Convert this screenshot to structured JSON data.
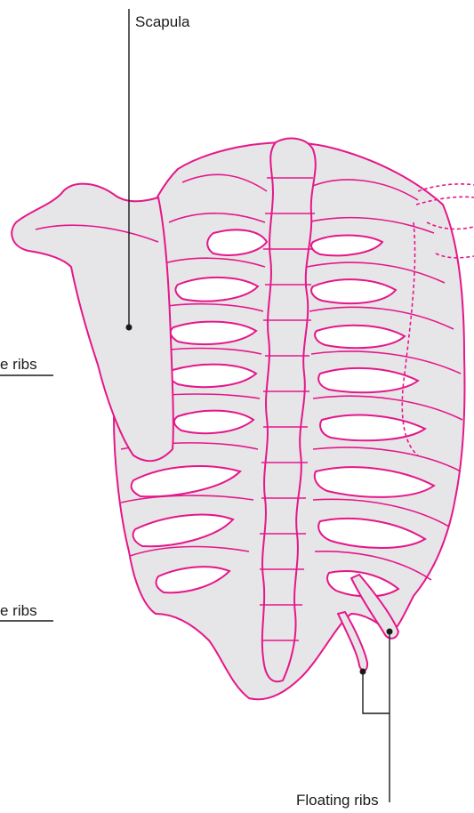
{
  "labels": {
    "scapula": "Scapula",
    "true_ribs": "e ribs",
    "false_ribs": "e ribs",
    "floating_ribs": "Floating ribs"
  },
  "colors": {
    "bone_outline": "#e5178a",
    "bone_fill": "#e6e6e8",
    "leader_line": "#1a1a1a"
  }
}
